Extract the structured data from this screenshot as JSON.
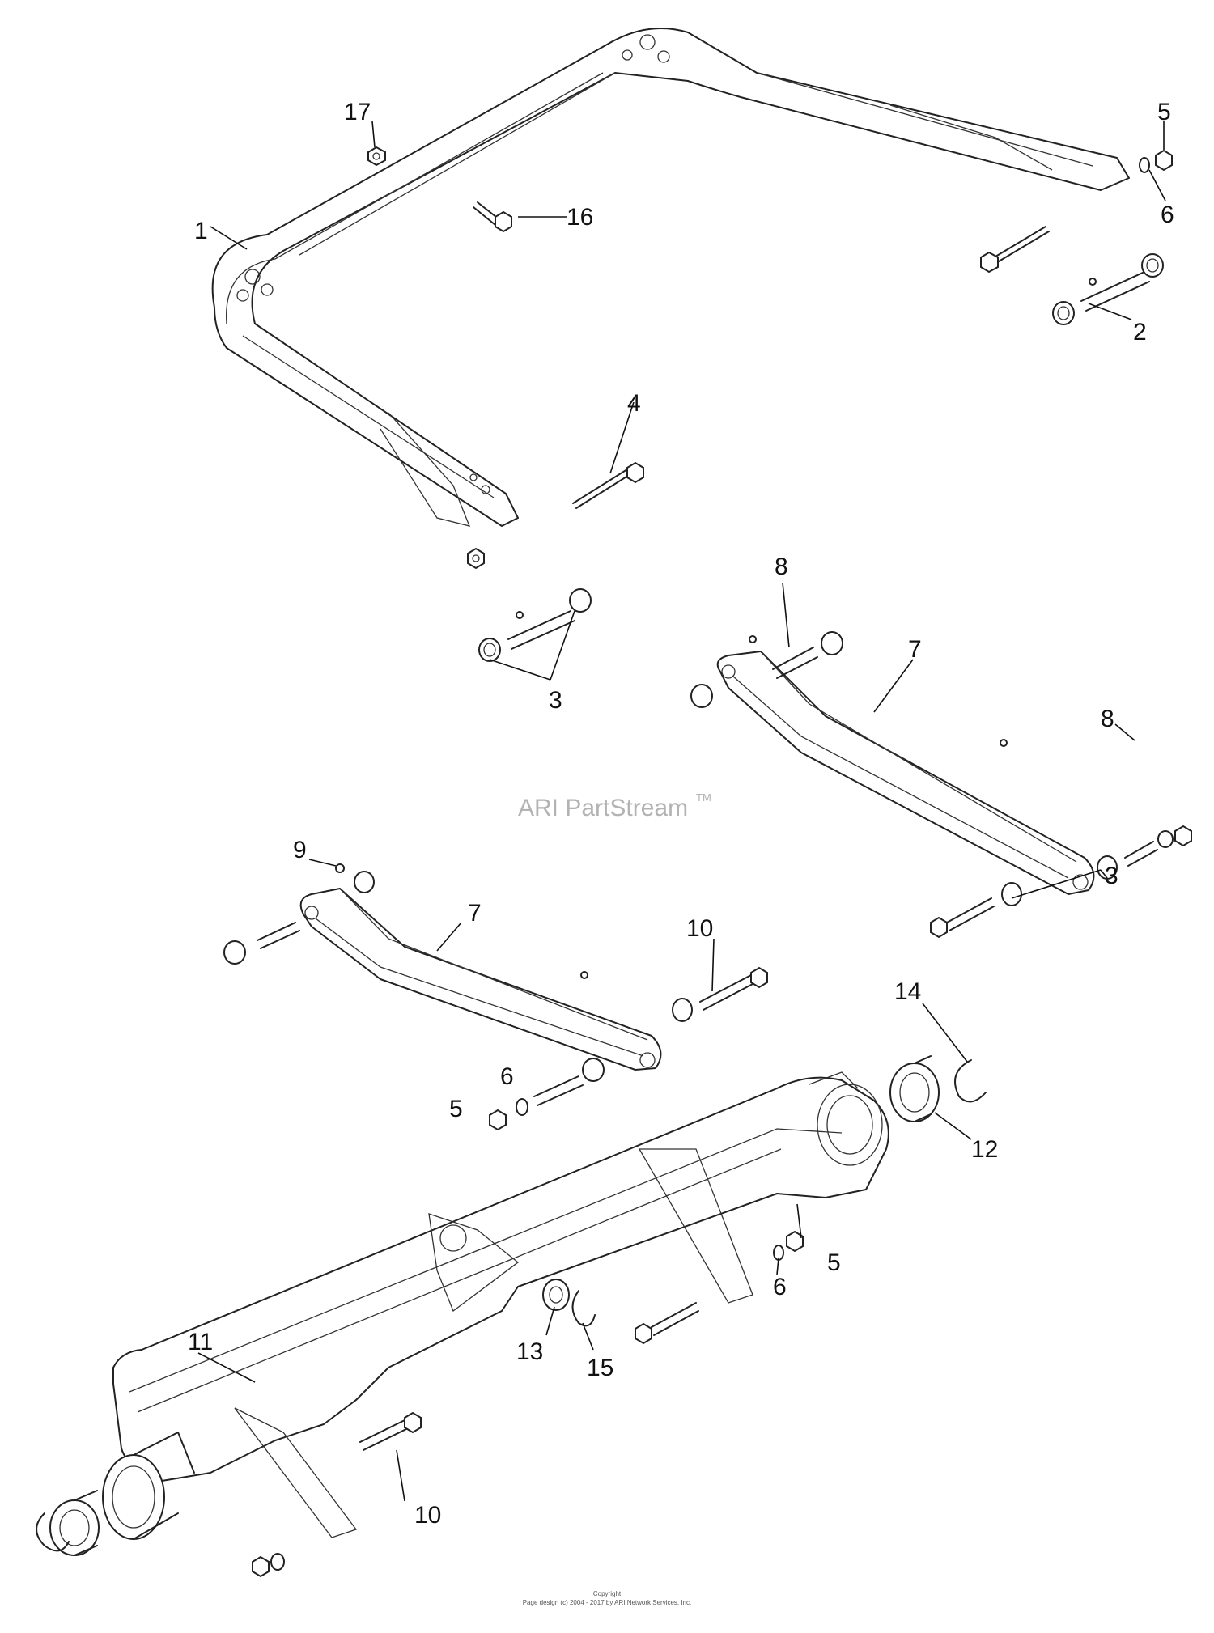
{
  "watermark": {
    "text": "ARI PartStream",
    "tm": "TM"
  },
  "copyright": {
    "line1": "Copyright",
    "line2": "Page design (c) 2004 - 2017 by ARI Network Services, Inc."
  },
  "callouts": [
    {
      "id": "c1",
      "label": "1"
    },
    {
      "id": "c2",
      "label": "2"
    },
    {
      "id": "c3a",
      "label": "3"
    },
    {
      "id": "c3b",
      "label": "3"
    },
    {
      "id": "c4",
      "label": "4"
    },
    {
      "id": "c5a",
      "label": "5"
    },
    {
      "id": "c5b",
      "label": "5"
    },
    {
      "id": "c5c",
      "label": "5"
    },
    {
      "id": "c6a",
      "label": "6"
    },
    {
      "id": "c6b",
      "label": "6"
    },
    {
      "id": "c6c",
      "label": "6"
    },
    {
      "id": "c7a",
      "label": "7"
    },
    {
      "id": "c7b",
      "label": "7"
    },
    {
      "id": "c8a",
      "label": "8"
    },
    {
      "id": "c8b",
      "label": "8"
    },
    {
      "id": "c9",
      "label": "9"
    },
    {
      "id": "c10a",
      "label": "10"
    },
    {
      "id": "c10b",
      "label": "10"
    },
    {
      "id": "c11",
      "label": "11"
    },
    {
      "id": "c12",
      "label": "12"
    },
    {
      "id": "c13",
      "label": "13"
    },
    {
      "id": "c14",
      "label": "14"
    },
    {
      "id": "c15",
      "label": "15"
    },
    {
      "id": "c16",
      "label": "16"
    },
    {
      "id": "c17",
      "label": "17"
    }
  ]
}
